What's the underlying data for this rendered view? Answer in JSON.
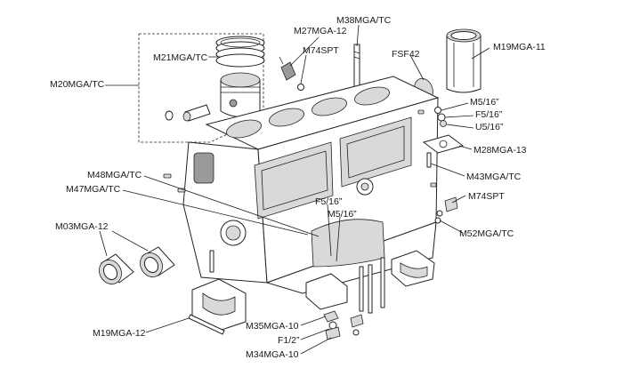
{
  "diagram": {
    "labels": {
      "m27mga12": "M27MGA-12",
      "m38mgatc": "M38MGA/TC",
      "m74spt_top": "M74SPT",
      "m21mgatc": "M21MGA/TC",
      "fsf42": "FSF42",
      "m19mga11": "M19MGA-11",
      "m20mgatc": "M20MGA/TC",
      "m5_16_top": "M5/16”",
      "f5_16_top": "F5/16”",
      "u5_16": "U5/16”",
      "m28mga13": "M28MGA-13",
      "m48mgatc": "M48MGA/TC",
      "m43mgatc": "M43MGA/TC",
      "m47mgatc": "M47MGA/TC",
      "m74spt_right": "M74SPT",
      "f5_16_mid": "F5/16”",
      "m5_16_mid": "M5/16”",
      "m52mgatc": "M52MGA/TC",
      "m03mga12": "M03MGA-12",
      "m19mga12": "M19MGA-12",
      "m35mga10": "M35MGA-10",
      "f1_2": "F1/2”",
      "m34mga10": "M34MGA-10"
    }
  }
}
